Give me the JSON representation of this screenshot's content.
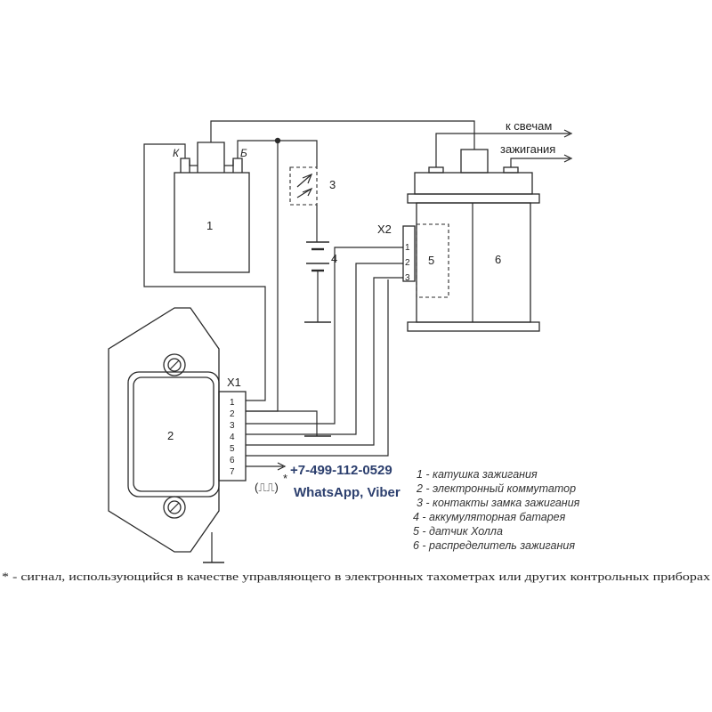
{
  "coil": {
    "number": "1",
    "terminal_k": "К",
    "terminal_b": "Б"
  },
  "commutator": {
    "number": "2",
    "connector": "X1",
    "pins": [
      "1",
      "2",
      "3",
      "4",
      "5",
      "6",
      "7"
    ]
  },
  "ignition_switch": {
    "number": "3"
  },
  "battery": {
    "number": "4"
  },
  "hall_sensor": {
    "number": "5"
  },
  "distributor": {
    "number": "6",
    "connector": "X2",
    "pins": [
      "1",
      "2",
      "3"
    ]
  },
  "spark_plug_label": {
    "line1": "к свечам",
    "line2": "зажигания"
  },
  "signal": {
    "glyph": "(⎍⎍)",
    "mark": "*"
  },
  "promo": {
    "phone": "+7-499-112-0529",
    "messengers": "WhatsApp, Viber"
  },
  "legend": [
    "1 - катушка зажигания",
    "2 - электронный коммутатор",
    "3 - контакты замка зажигания",
    "4 - аккумуляторная батарея",
    "5 - датчик Холла",
    "6 - распределитель зажигания"
  ],
  "footnote": "* - сигнал, использующийся в качестве управляющего в электронных тахометрах или других контрольных приборах"
}
